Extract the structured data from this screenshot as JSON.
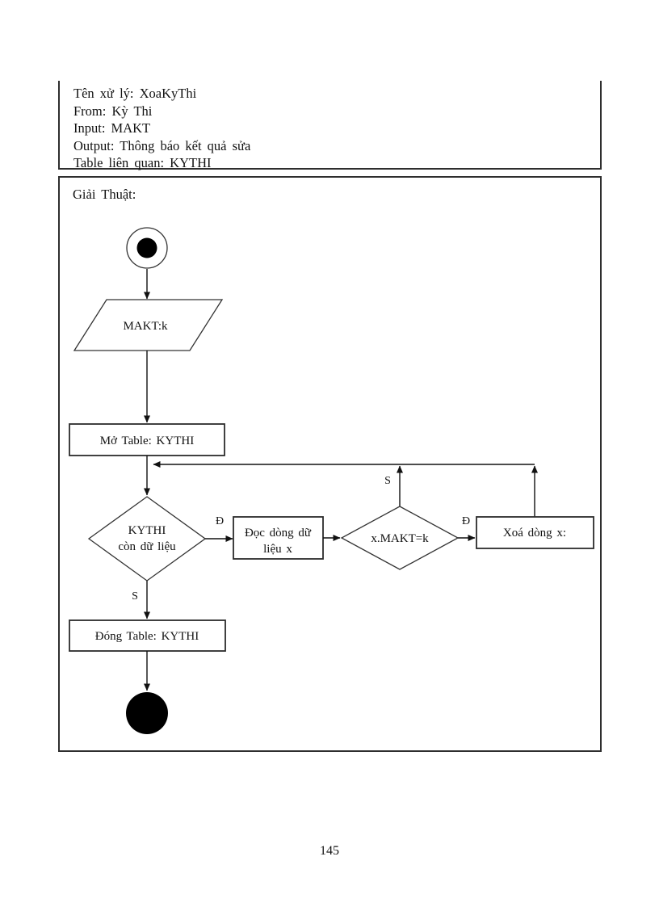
{
  "page": {
    "number": "145"
  },
  "header": {
    "lines": [
      "Tên xử lý: XoaKyThi",
      "From: Kỳ Thi",
      "Input: MAKT",
      "Output: Thông báo kết quả sửa",
      "Table liên quan: KYTHI"
    ]
  },
  "algorithm": {
    "section_label": "Giải Thuật:",
    "nodes": {
      "input": {
        "label": "MAKT:k"
      },
      "open_table": {
        "label": "Mở Table: KYTHI"
      },
      "has_data": {
        "line1": "KYTHI",
        "line2": "còn dữ liệu"
      },
      "read_row": {
        "line1": "Đọc dòng dữ",
        "line2": "liệu x"
      },
      "match": {
        "label": "x.MAKT=k"
      },
      "delete_row": {
        "label": "Xoá dòng x:"
      },
      "close_table": {
        "label": "Đóng Table: KYTHI"
      }
    },
    "branches": {
      "has_data_true": "Đ",
      "has_data_false": "S",
      "match_true": "Đ",
      "match_false": "S"
    },
    "colors": {
      "line": "#111111",
      "shape_fill": "#ffffff",
      "end_node": "#000000"
    }
  }
}
